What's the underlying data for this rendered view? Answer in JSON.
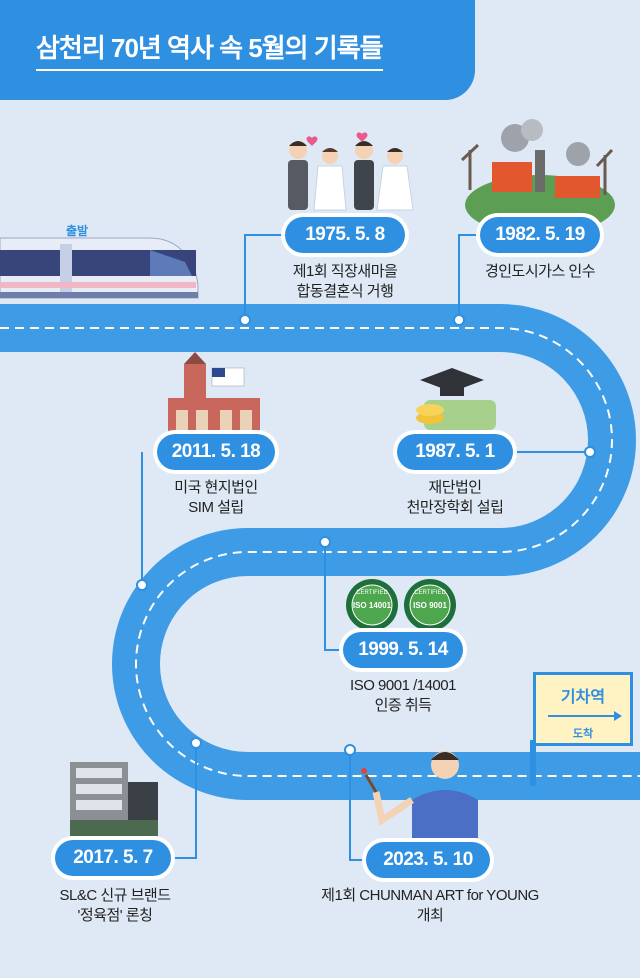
{
  "title": "삼천리 70년 역사 속 5월의 기록들",
  "start_label": "출발",
  "station": {
    "name": "기차역",
    "sub": "도착"
  },
  "milestones": [
    {
      "date": "1975. 5. 8",
      "desc_line1": "제1회 직장새마을",
      "desc_line2": "합동결혼식 거행",
      "icon": "wedding-couples-icon"
    },
    {
      "date": "1982. 5. 19",
      "desc_line1": "경인도시가스 인수",
      "desc_line2": "",
      "icon": "factory-icon"
    },
    {
      "date": "2011. 5. 18",
      "desc_line1": "미국 현지법인",
      "desc_line2": "SIM 설립",
      "icon": "us-building-icon"
    },
    {
      "date": "1987. 5. 1",
      "desc_line1": "재단법인",
      "desc_line2": "천만장학회 설립",
      "icon": "graduation-cap-money-icon"
    },
    {
      "date": "1999. 5. 14",
      "desc_line1": "ISO 9001 /14001",
      "desc_line2": "인증 취득",
      "icon": "iso-certified-badge-icon"
    },
    {
      "date": "2017. 5. 7",
      "desc_line1": "SL&C 신규 브랜드",
      "desc_line2": "'정육점' 론칭",
      "icon": "store-building-icon"
    },
    {
      "date": "2023. 5. 10",
      "desc_line1": "제1회 CHUNMAN ART for YOUNG",
      "desc_line2": "개최",
      "icon": "painter-icon"
    }
  ],
  "badges": {
    "iso14001_top": "CERTIFIED",
    "iso14001_mid": "ISO 14001",
    "iso9001_top": "CERTIFIED",
    "iso9001_mid": "ISO 9001"
  },
  "colors": {
    "accent": "#2f8fe0",
    "background": "#dfe9f5",
    "station_fill": "#fff3c4"
  }
}
